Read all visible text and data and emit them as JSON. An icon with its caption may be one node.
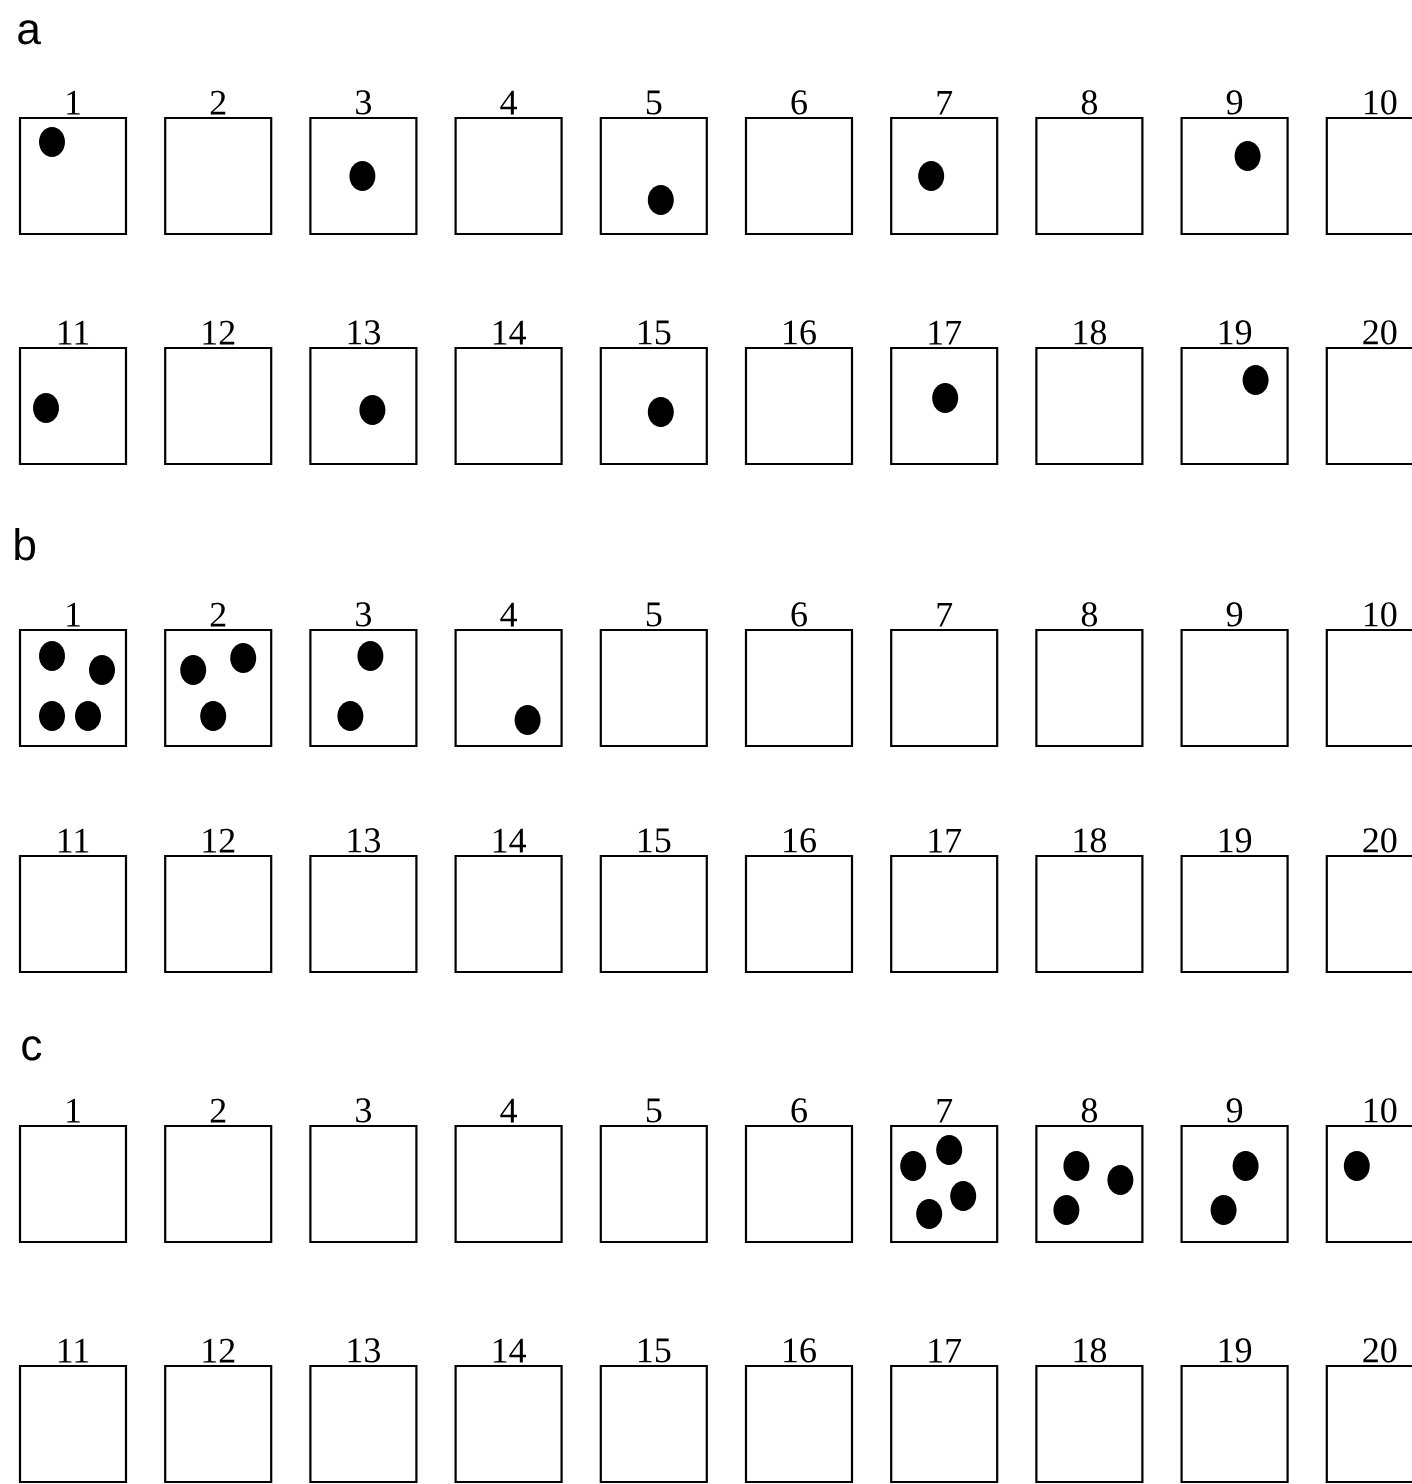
{
  "diagram": {
    "nodes": [
      {
        "text": [
          "1"
        ]
      },
      {
        "text": [
          "2"
        ]
      },
      {
        "text": [
          "3"
        ]
      },
      {
        "text": [
          "4"
        ]
      },
      {
        "text": [
          "5"
        ]
      },
      {
        "text": [
          "6"
        ]
      },
      {
        "text": [
          "7"
        ]
      },
      {
        "text": [
          "8"
        ]
      },
      {
        "text": [
          "9"
        ]
      },
      {
        "text": [
          "10"
        ]
      },
      {
        "text": [
          "11"
        ]
      },
      {
        "text": [
          "12"
        ]
      },
      {
        "text": [
          "13"
        ]
      },
      {
        "text": [
          "14"
        ]
      },
      {
        "text": [
          "15"
        ]
      },
      {
        "text": [
          "16"
        ]
      },
      {
        "text": [
          "17"
        ]
      },
      {
        "text": [
          "18"
        ]
      },
      {
        "text": [
          "19"
        ]
      },
      {
        "text": [
          "20"
        ]
      },
      {
        "text": [
          "1"
        ]
      },
      {
        "text": [
          "2"
        ]
      },
      {
        "text": [
          "3"
        ]
      },
      {
        "text": [
          "4"
        ]
      },
      {
        "text": [
          "5"
        ]
      },
      {
        "text": [
          "6"
        ]
      },
      {
        "text": [
          "7"
        ]
      },
      {
        "text": [
          "8"
        ]
      },
      {
        "text": [
          "9"
        ]
      },
      {
        "text": [
          "10"
        ]
      },
      {
        "text": [
          "11"
        ]
      },
      {
        "text": [
          "12"
        ]
      },
      {
        "text": [
          "13"
        ]
      },
      {
        "text": [
          "14"
        ]
      },
      {
        "text": [
          "15"
        ]
      },
      {
        "text": [
          "16"
        ]
      },
      {
        "text": [
          "17"
        ]
      },
      {
        "text": [
          "18"
        ]
      },
      {
        "text": [
          "19"
        ]
      },
      {
        "text": [
          "20"
        ]
      },
      {
        "text": [
          "1"
        ]
      },
      {
        "text": [
          "2"
        ]
      },
      {
        "text": [
          "3"
        ]
      },
      {
        "text": [
          "4"
        ]
      },
      {
        "text": [
          "5"
        ]
      },
      {
        "text": [
          "6"
        ]
      },
      {
        "text": [
          "7"
        ]
      },
      {
        "text": [
          "8"
        ]
      },
      {
        "text": [
          "9"
        ]
      },
      {
        "text": [
          "10"
        ]
      },
      {
        "text": [
          "11"
        ]
      },
      {
        "text": [
          "12"
        ]
      },
      {
        "text": [
          "13"
        ]
      },
      {
        "text": [
          "14"
        ]
      },
      {
        "text": [
          "15"
        ]
      },
      {
        "text": [
          "16"
        ]
      },
      {
        "text": [
          "17"
        ]
      },
      {
        "text": [
          "18"
        ]
      },
      {
        "text": [
          "19"
        ]
      },
      {
        "text": [
          "20"
        ]
      }
    ],
    "labels": [
      "a",
      "b",
      "c"
    ]
  }
}
